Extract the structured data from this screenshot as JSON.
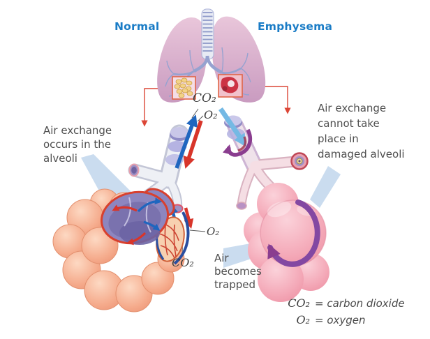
{
  "titles": {
    "normal": "Normal",
    "emphysema": "Emphysema"
  },
  "captions": {
    "left": [
      "Air exchange",
      "occurs in the",
      "alveoli"
    ],
    "right": [
      "Air exchange",
      "cannot take",
      "place in",
      "damaged alveoli"
    ],
    "trapped": [
      "Air",
      "becomes",
      "trapped"
    ]
  },
  "gas_labels": {
    "co2_upper": "CO₂",
    "o2_upper": "O₂",
    "o2_lower": "O₂",
    "co2_lower": "CO₂"
  },
  "legend": {
    "rows": [
      {
        "symbol": "CO₂",
        "definition": "= carbon dioxide"
      },
      {
        "symbol": "O₂",
        "definition": "= oxygen"
      }
    ]
  },
  "colors": {
    "title_blue": "#1a7cc6",
    "caption_gray": "#4f4f4f",
    "connector_red": "#dc4636",
    "arrow_blue": "#1f66bf",
    "arrow_red": "#d8352a",
    "arrow_lightblue": "#74b9e4",
    "arrow_purple": "#8a3d8f",
    "alveoli_salmon": "#f2a183",
    "damaged_pink": "#f4aab8",
    "lung_pink": "#d9aecb",
    "bronchial_blue": "#96a2d0",
    "beam_blue": "#96bae0"
  }
}
